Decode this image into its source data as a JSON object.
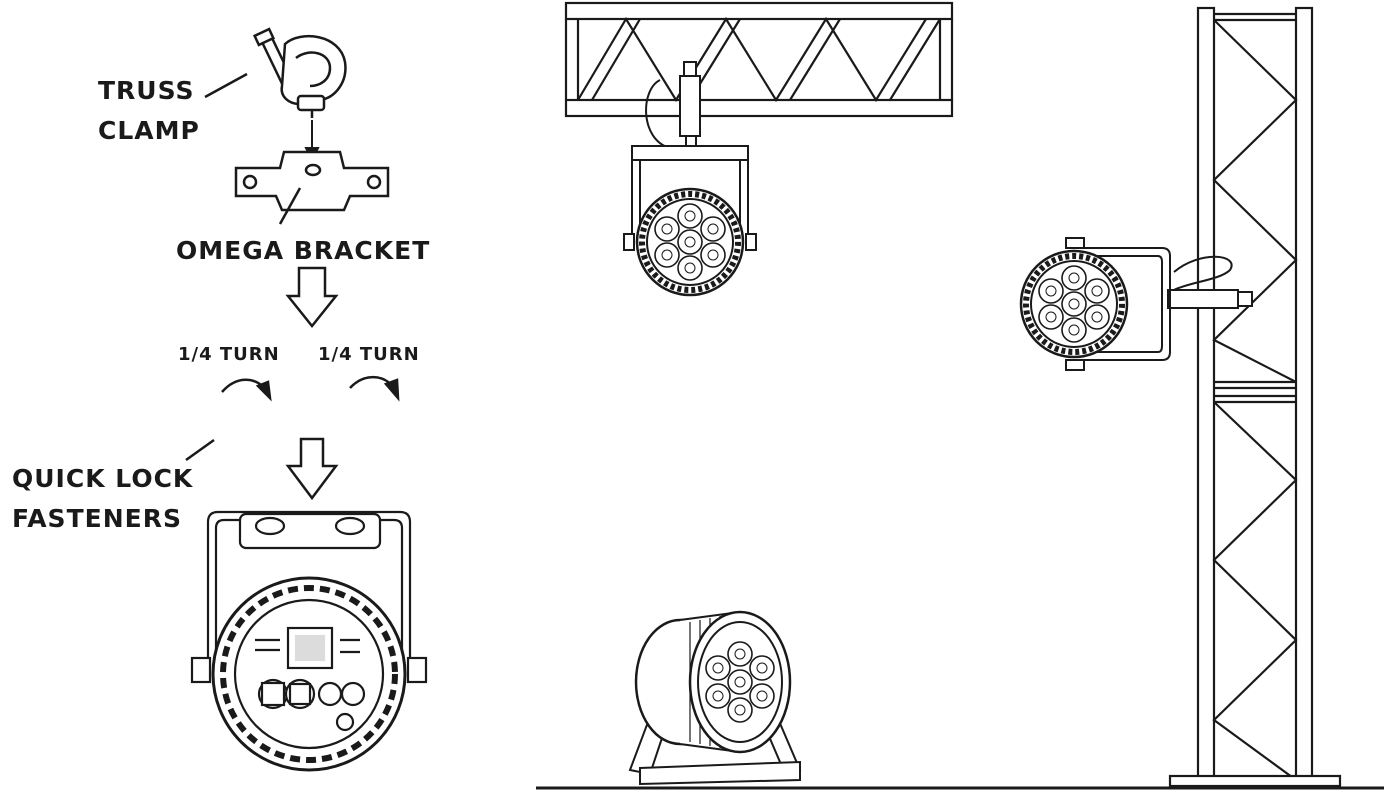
{
  "labels": {
    "truss_clamp_line1": "TRUSS",
    "truss_clamp_line2": "CLAMP",
    "omega_bracket": "OMEGA BRACKET",
    "quarter_turn_left": "1/4 TURN",
    "quarter_turn_right": "1/4 TURN",
    "quick_lock_line1": "QUICK LOCK",
    "quick_lock_line2": "FASTENERS"
  },
  "colors": {
    "ink": "#1a1a1a",
    "background": "#ffffff"
  },
  "icons": {
    "truss_clamp": "truss-clamp-icon",
    "omega_bracket": "omega-bracket-icon",
    "down_arrow": "down-arrow-icon",
    "turn_arrow": "curved-arrow-icon",
    "fixture_rear": "fixture-rear-icon",
    "fixture_front": "fixture-front-icon"
  }
}
